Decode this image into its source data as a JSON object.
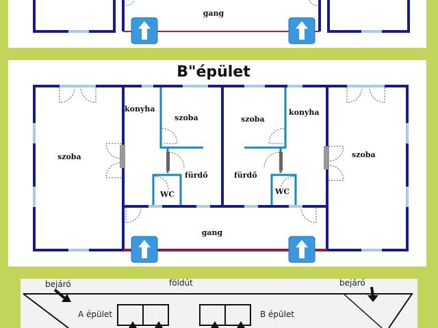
{
  "colors": {
    "background": "#c4d45a",
    "wall": "#1a1a8c",
    "inner_wall": "#1b86b8",
    "window": "#a8cce0",
    "gang_line": "#b01f2a",
    "arrow_fill": "#3a98e0"
  },
  "top_section": {
    "gang_label": "gang"
  },
  "building_b": {
    "title": "B\"épület",
    "rooms": {
      "left_szoba": "szoba",
      "left_konyha": "konyha",
      "left_szoba_small": "szoba",
      "left_furdo": "fürdő",
      "left_wc": "WC",
      "right_szoba_small": "szoba",
      "right_konyha": "konyha",
      "right_furdo": "fürdő",
      "right_wc": "WC",
      "right_szoba": "szoba",
      "gang": "gang"
    },
    "icons": [
      "up-arrow-icon",
      "up-arrow-icon"
    ]
  },
  "site_plan": {
    "bejaro_left": "bejáró",
    "foldut": "földút",
    "bejaro_right": "bejáró",
    "a_epulet": "A épület",
    "b_epulet": "B épület"
  }
}
